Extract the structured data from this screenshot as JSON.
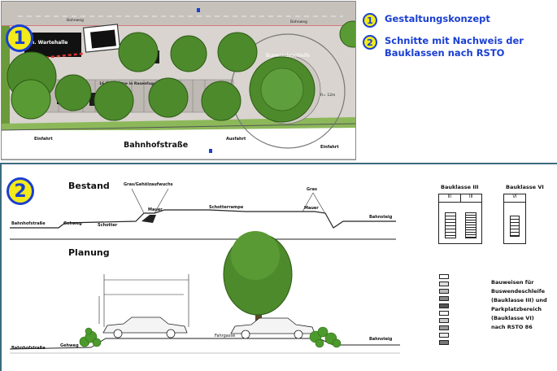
{
  "top": {
    "badge": "1",
    "legend": [
      {
        "num": "1",
        "text": "Gestaltungskonzept"
      },
      {
        "num": "2",
        "text": "Schnitte mit Nachweis der\nBauklassen nach RSTO"
      }
    ],
    "plan": {
      "building_label": "n. Wartehalle",
      "bus_loop_label": "Buswendeschleife",
      "parking_label": "16 Stellplätze in Rasenfugenpflaster",
      "street_label": "Bahnhofstraße",
      "entry_label": "Einfahrt",
      "exit_label": "Ausfahrt",
      "entry_right_label": "Einfahrt",
      "road_top_left": "Bahnweg",
      "road_top_right": "Bahnweg",
      "radius_label": "R= 12m"
    }
  },
  "bottom": {
    "badge": "2",
    "bestand": {
      "title": "Bestand",
      "labels": {
        "gras_left": "Gras/Gehölzaufwuchs",
        "gras_right": "Gras",
        "mauer_left": "Mauer",
        "mauer_right": "Mauer",
        "schotter": "Schotter",
        "schotterrampe": "Schotterrampe",
        "bahnhofstrasse": "Bahnhofstraße",
        "gehweg": "Gehweg",
        "bahnsteig": "Bahnsteig"
      }
    },
    "planung": {
      "title": "Planung",
      "labels": {
        "bahnhofstrasse": "Bahnhofstraße",
        "gehweg": "Gehweg",
        "fahrgasse": "Fahrgasse",
        "bahnsteig": "Bahnsteig"
      }
    },
    "bauklasse": [
      {
        "title": "Bauklasse III",
        "cols": [
          "III",
          "III"
        ]
      },
      {
        "title": "Bauklasse VI",
        "cols": [
          "VI"
        ]
      }
    ],
    "bauweisen_text": "Bauweisen für\nBuswendeschleife\n(Bauklasse III) und\nParkplatzbereich\n(Bauklasse VI)\nnach RSTO 86"
  },
  "colors": {
    "badge_fill": "#f2ea1b",
    "badge_stroke": "#1a3fd1",
    "legend_text": "#1a3fd1",
    "tree_fill": "#4d8a2c",
    "frame": "#3c6b7d"
  }
}
